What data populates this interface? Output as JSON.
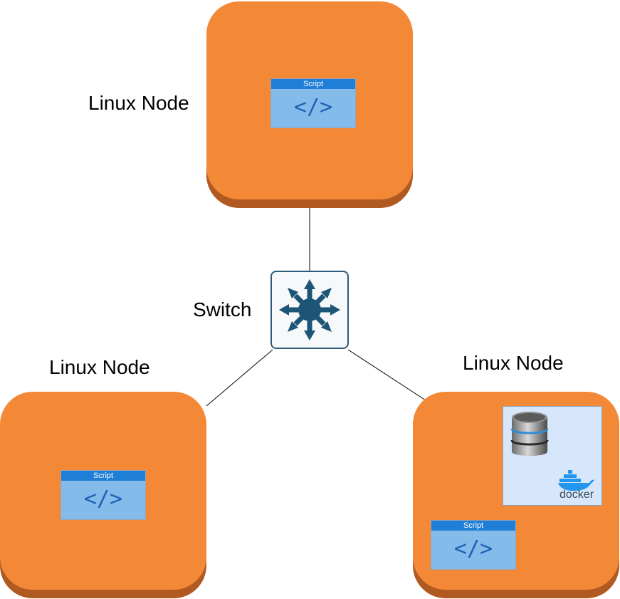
{
  "switch": {
    "label": "Switch",
    "icon": "switch-icon"
  },
  "nodes": [
    {
      "label": "Linux Node",
      "scripts": [
        {
          "title": "Script",
          "code": "</>"
        }
      ]
    },
    {
      "label": "Linux Node",
      "scripts": [
        {
          "title": "Script",
          "code": "</>"
        }
      ]
    },
    {
      "label": "Linux Node",
      "container": {
        "icons": [
          "database-icon",
          "docker-icon"
        ],
        "docker_text": "docker"
      },
      "scripts": [
        {
          "title": "Script",
          "code": "</>"
        }
      ]
    }
  ],
  "colors": {
    "node": "#f38837",
    "node_shadow": "#b05a22",
    "switch_border": "#2b5a78",
    "script_header": "#1f7fd6",
    "script_body": "#84bbea"
  }
}
